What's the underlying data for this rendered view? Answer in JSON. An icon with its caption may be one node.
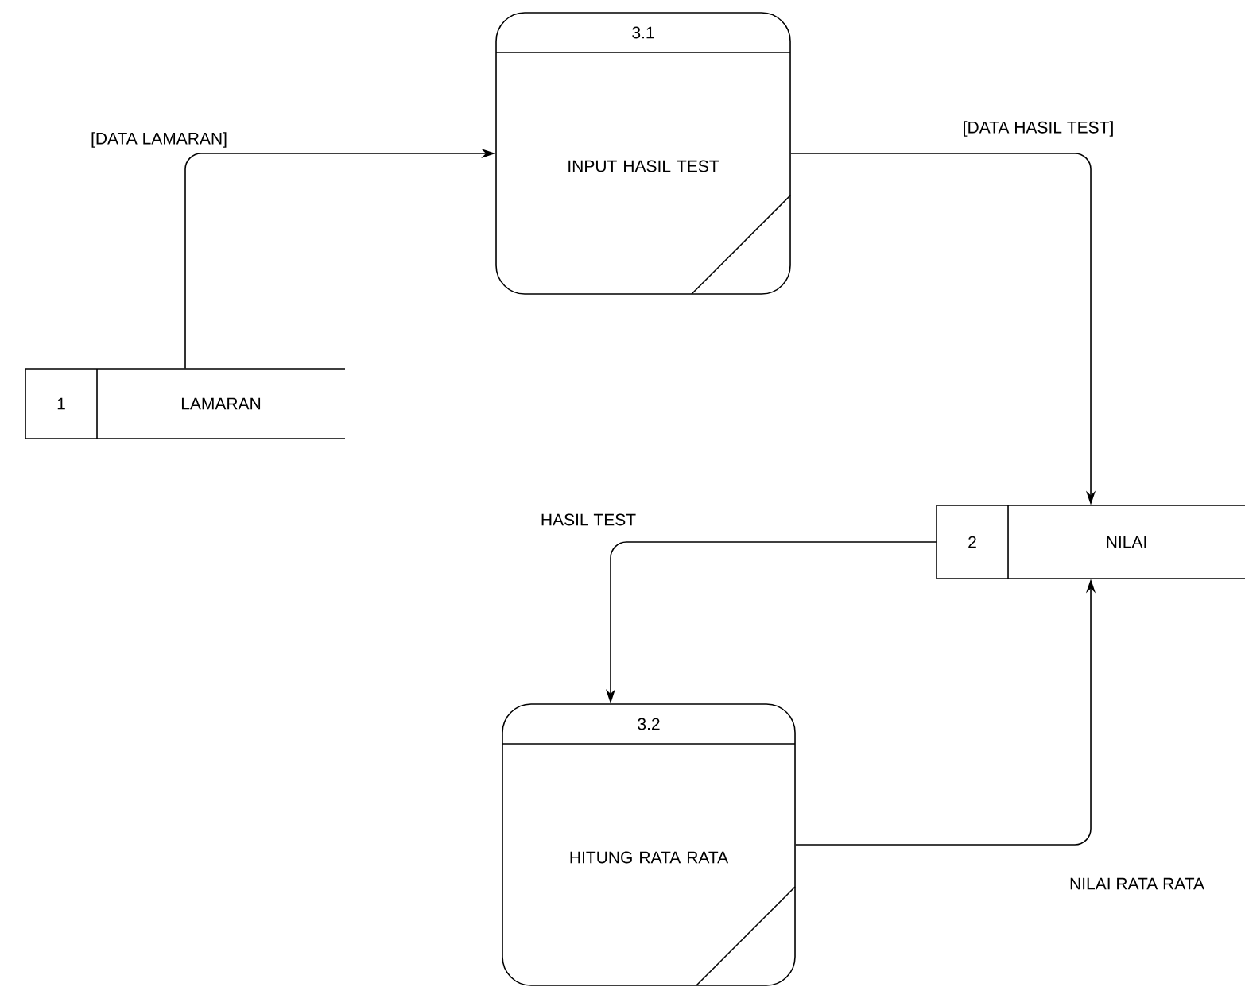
{
  "diagram": {
    "nodes": [
      {
        "text": [
          "3.1",
          "INPUT HASIL TEST"
        ]
      },
      {
        "text": [
          "1",
          "LAMARAN"
        ]
      },
      {
        "text": [
          "2",
          "NILAI"
        ]
      },
      {
        "text": [
          "3.2",
          "HITUNG RATA RATA"
        ]
      }
    ],
    "edges": [
      {
        "from": 1,
        "to": 0,
        "arrow": "to",
        "label": "[DATA LAMARAN]"
      },
      {
        "from": 0,
        "to": 2,
        "arrow": "to",
        "label": "[DATA HASIL TEST]"
      },
      {
        "from": 2,
        "to": 3,
        "arrow": "to",
        "label": "HASIL TEST"
      },
      {
        "from": 3,
        "to": 2,
        "arrow": "to",
        "label": "NILAI RATA RATA"
      }
    ]
  }
}
